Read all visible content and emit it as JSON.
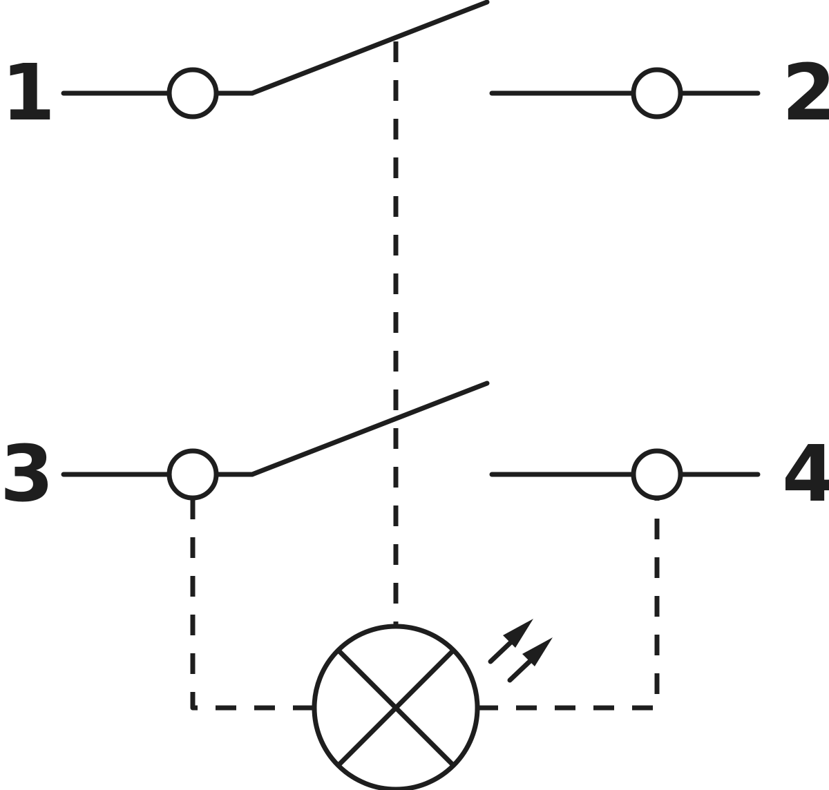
{
  "diagram": {
    "terminals": [
      {
        "id": "t1",
        "label": "1"
      },
      {
        "id": "t2",
        "label": "2"
      },
      {
        "id": "t3",
        "label": "3"
      },
      {
        "id": "t4",
        "label": "4"
      }
    ],
    "colors": {
      "stroke": "#1e1e1e",
      "background": "#ffffff"
    }
  }
}
